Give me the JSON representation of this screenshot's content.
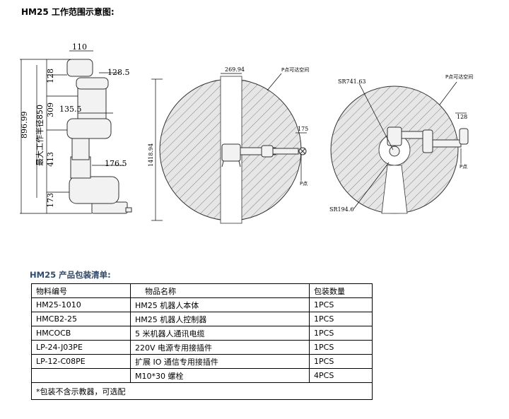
{
  "title": "HM25 工作范围示意图:",
  "side_view": {
    "dims": [
      "110",
      "128.5",
      "135.5",
      "176.5",
      "896.99",
      "128",
      "309",
      "413",
      "173"
    ],
    "vertical_label": "最大工作半径850"
  },
  "top_view": {
    "dims": [
      "269.94",
      "1418.94",
      "175"
    ],
    "labels": [
      "P点可达空间",
      "P点"
    ]
  },
  "right_view": {
    "dims": [
      "SR741.63",
      "SR194.6",
      "128"
    ],
    "labels": [
      "P点可达空间",
      "P点"
    ]
  },
  "package": {
    "title": "HM25 产品包装清单:",
    "headers": [
      "物料编号",
      "物品名称",
      "包装数量"
    ],
    "rows": [
      [
        "HM25-1010",
        "HM25 机器人本体",
        "1PCS"
      ],
      [
        "HMCB2-25",
        "HM25 机器人控制器",
        "1PCS"
      ],
      [
        "HMCOCB",
        "5 米机器人通讯电缆",
        "1PCS"
      ],
      [
        "LP-24-J03PE",
        "220V 电源专用接插件",
        "1PCS"
      ],
      [
        "LP-12-C08PE",
        "扩展 IO 通信专用接插件",
        "1PCS"
      ],
      [
        "",
        "M10*30 螺栓",
        "4PCS"
      ]
    ],
    "note": "*包装不含示教器，可选配"
  }
}
